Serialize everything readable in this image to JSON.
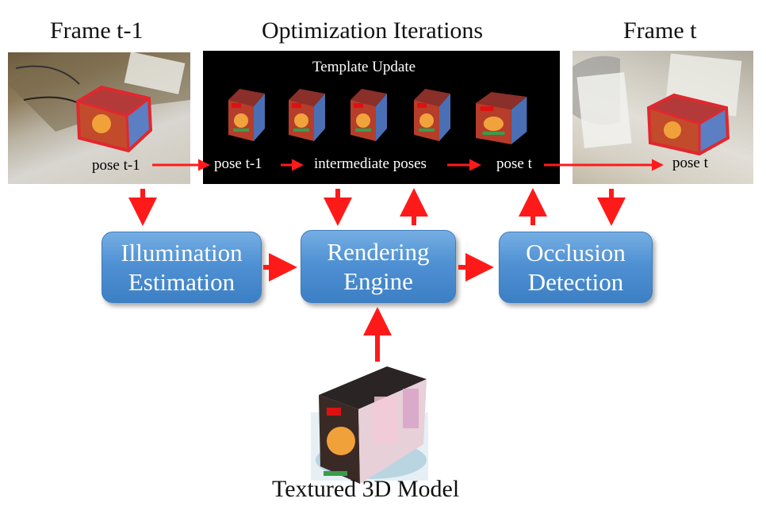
{
  "titles": {
    "frame_prev": "Frame t-1",
    "optimization": "Optimization Iterations",
    "frame_curr": "Frame t"
  },
  "panel": {
    "template_update": "Template Update",
    "pose_prev": "pose t-1",
    "intermediate": "intermediate poses",
    "pose_curr": "pose t"
  },
  "photos": {
    "left_pose": "pose t-1",
    "right_pose": "pose t"
  },
  "boxes": {
    "illumination": [
      "Illumination",
      "Estimation"
    ],
    "rendering": [
      "Rendering",
      "Engine"
    ],
    "occlusion": [
      "Occlusion",
      "Detection"
    ]
  },
  "model_label": "Textured 3D Model",
  "colors": {
    "arrow": "#ff1a1a",
    "box_fill": "#4f91d3",
    "tracking_box": "#e0282e"
  }
}
